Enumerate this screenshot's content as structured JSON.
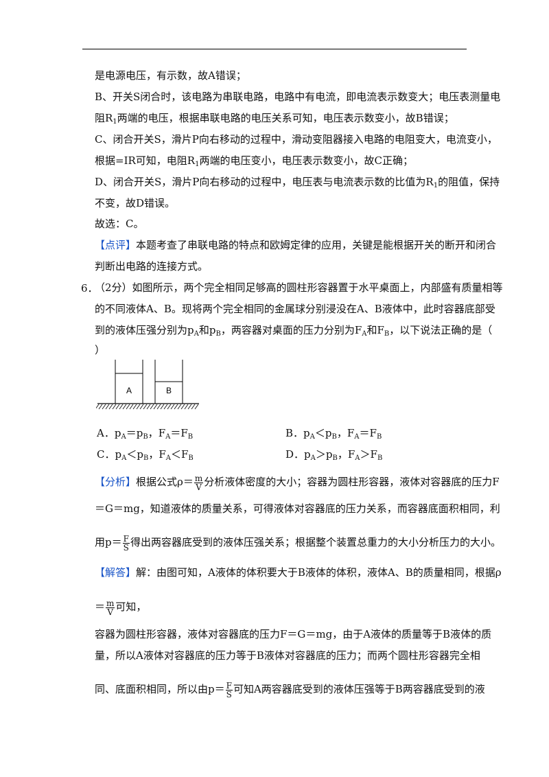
{
  "prev": {
    "l1": "是电源电压，有示数，故A错误；",
    "l2": "B、开关S闭合时，该电路为串联电路，电路中有电流，即电流表示数变大；电压表测量电",
    "l3a": "阻R",
    "l3sub": "1",
    "l3b": "两端的电压，根据串联电路的电压关系可知，电压表示数变小，故B错误；",
    "l4": "C、闭合开关S，滑片P向右移动的过程中，滑动变阻器接入电路的电阻变大，电流变小，",
    "l5a": "根据=IR可知，电阻R",
    "l5sub": "1",
    "l5b": "两端的电压变小，电压表示数变小，故C正确；",
    "l6a": "D、闭合开关S，滑片P向右移动的过程中，电压表与电流表示数的比值为R",
    "l6sub": "1",
    "l6b": "的阻值，保持",
    "l7": "不变，故D错误。",
    "l8": "故选：C。",
    "review_tag": "【点评】",
    "review_1": "本题考查了串联电路的特点和欧姆定律的应用，关键是能根据开关的断开和闭合",
    "review_2": "判断出电路的连接方式。"
  },
  "q6": {
    "number": "6．",
    "s1": "（2分）如图所示，两个完全相同足够高的圆柱形容器置于水平桌面上，内部盛有质量相等",
    "s2": "的不同液体A、B。现将两个完全相同的金属球分别浸没在A、B液体中，此时容器底部受",
    "s3a": "到的液体压强分别为p",
    "A": "A",
    "B": "B",
    "and": "和p",
    "s3b": "，两容器对桌面的压力分别为F",
    "and2": "和F",
    "s3c": "，以下说法正确的是（",
    "s4": "）",
    "figure": {
      "label_a": "A",
      "label_b": "B"
    },
    "options": {
      "a_letter": "A．",
      "b_letter": "B．",
      "c_letter": "C．",
      "d_letter": "D．",
      "p": "p",
      "F": "F",
      "eq": "＝",
      "lt": "＜",
      "gt": "＞",
      "sep": "，"
    }
  },
  "analysis": {
    "tag": "【分析】",
    "a1a": "根据公式ρ＝",
    "m": "m",
    "V": "V",
    "a1b": "分析液体密度的大小；容器为圆柱形容器，液体对容器底的压力F",
    "a2": "＝G＝mg，知道液体的质量关系，可得液体对容器底的压力关系，而容器底面积相同，利",
    "a3a": "用p＝",
    "Fn": "F",
    "S": "S",
    "a3b": "得出两容器底受到的液体压强关系；根据整个装置总重力的大小分析压力的大小。"
  },
  "solution": {
    "tag": "【解答】",
    "s1": "解：由图可知，A液体的体积要大于B液体的体积，液体A、B的质量相同，根据ρ",
    "s2a": "＝",
    "s2b": "可知，",
    "s3": "容器为圆柱形容器，液体对容器底的压力F＝G＝mg，由于A液体的质量等于B液体的质",
    "s4": "量，所以A液体对容器底的压力等于B液体对容器底的压力；而两个圆柱形容器完全相",
    "s5a": "同、底面积相同，所以由p＝",
    "s5b": "可知A两容器底受到的液体压强等于B两容器底受到的液"
  }
}
